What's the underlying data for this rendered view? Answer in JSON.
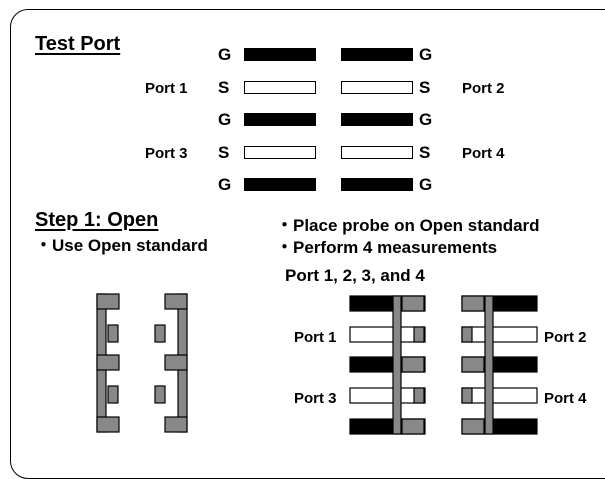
{
  "test_port": {
    "title": "Test Port",
    "pad_labels": {
      "g": "G",
      "s": "S"
    },
    "port_labels": {
      "p1": "Port 1",
      "p2": "Port 2",
      "p3": "Port 3",
      "p4": "Port 4"
    }
  },
  "step1": {
    "title": "Step 1: Open",
    "left_bullet": "・Use Open standard",
    "right_bullets": [
      "・Place probe on Open standard",
      "・Perform 4 measurements"
    ],
    "ports_line": "Port 1, 2, 3, and 4",
    "port_labels": {
      "p1": "Port 1",
      "p2": "Port 2",
      "p3": "Port 3",
      "p4": "Port 4"
    }
  },
  "colors": {
    "ground_pad": "#000000",
    "signal_pad": "#ffffff",
    "standard": "#888888",
    "outline": "#000000"
  }
}
